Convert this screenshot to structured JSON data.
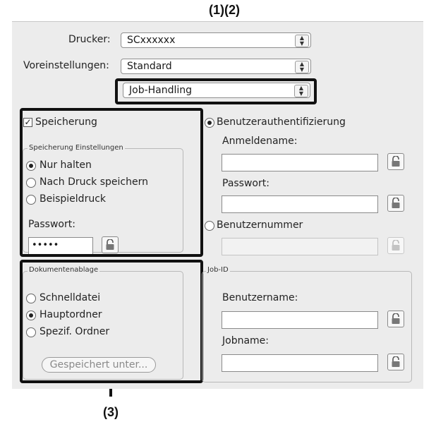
{
  "callouts": {
    "top": "(1)(2)",
    "bottom": "(3)"
  },
  "printer": {
    "label": "Drucker:",
    "value": "SCxxxxxx"
  },
  "presets": {
    "label": "Voreinstellungen:",
    "value": "Standard"
  },
  "panel": {
    "value": "Job-Handling"
  },
  "retention": {
    "checkbox_label": "Speicherung",
    "checkbox_checked": true,
    "settings_title": "Speicherung Einstellungen",
    "options": [
      {
        "label": "Nur halten",
        "selected": true
      },
      {
        "label": "Nach Druck speichern",
        "selected": false
      },
      {
        "label": "Beispieldruck",
        "selected": false
      }
    ],
    "password_label": "Passwort:",
    "password_value": "•••••"
  },
  "document_filing": {
    "title": "Dokumentenablage",
    "options": [
      {
        "label": "Schnelldatei",
        "selected": false
      },
      {
        "label": "Hauptordner",
        "selected": true
      },
      {
        "label": "Spezif. Ordner",
        "selected": false
      }
    ],
    "save_as_button": "Gespeichert unter..."
  },
  "user_auth": {
    "auth_option": "Benutzerauthentifizierung",
    "auth_selected": true,
    "login_label": "Anmeldename:",
    "password_label": "Passwort:",
    "user_number_option": "Benutzernummer",
    "user_number_selected": false
  },
  "job_id": {
    "title": "Job-ID",
    "username_label": "Benutzername:",
    "jobname_label": "Jobname:"
  },
  "colors": {
    "dialog_bg": "#ececec",
    "highlight": "#111111"
  },
  "icons": [
    "lock-icon",
    "popup-arrows-icon",
    "checkmark-icon"
  ]
}
